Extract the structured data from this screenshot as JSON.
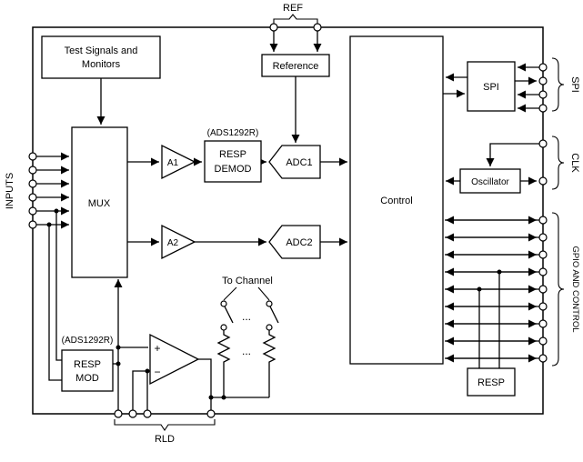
{
  "diagram": {
    "groups": {
      "ref": "REF",
      "inputs": "INPUTS",
      "spi": "SPI",
      "clk": "CLK",
      "gpio": "GPIO AND CONTROL",
      "rld": "RLD"
    },
    "blocks": {
      "test_signals": {
        "line1": "Test Signals and",
        "line2": "Monitors"
      },
      "reference": {
        "label": "Reference"
      },
      "mux": {
        "label": "MUX"
      },
      "a1": {
        "label": "A1"
      },
      "a2": {
        "label": "A2"
      },
      "resp_demod": {
        "variant": "(ADS1292R)",
        "line1": "RESP",
        "line2": "DEMOD"
      },
      "adc1": {
        "label": "ADC1"
      },
      "adc2": {
        "label": "ADC2"
      },
      "control": {
        "label": "Control"
      },
      "spi": {
        "label": "SPI"
      },
      "oscillator": {
        "label": "Oscillator"
      },
      "resp": {
        "label": "RESP"
      },
      "resp_mod": {
        "variant": "(ADS1292R)",
        "line1": "RESP",
        "line2": "MOD"
      },
      "rld_amp": {
        "plus": "+",
        "minus": "−"
      }
    },
    "annotations": {
      "to_channel": "To Channel",
      "ellipsis": "..."
    },
    "colors": {
      "line": "#000000",
      "background": "#ffffff"
    }
  }
}
